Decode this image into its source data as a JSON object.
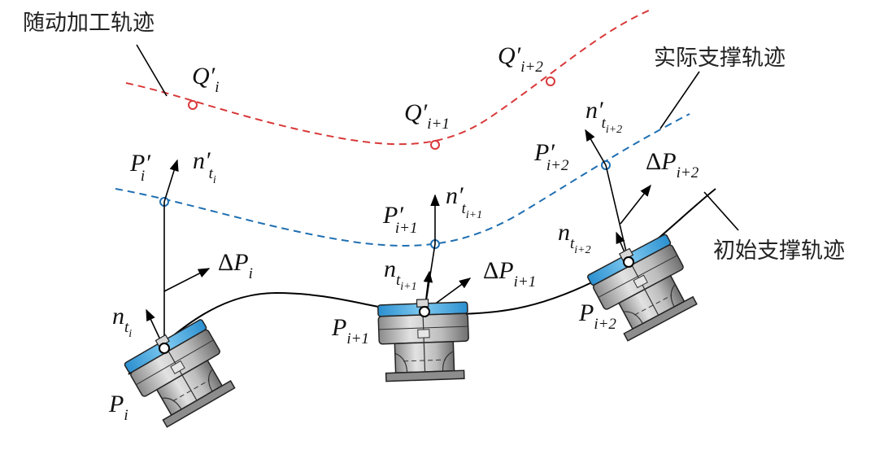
{
  "labels": {
    "following_track": "随动加工轨迹",
    "actual_support_track": "实际支撑轨迹",
    "initial_support_track": "初始支撑轨迹"
  },
  "points": {
    "Q_i": {
      "main": "Q′",
      "sub": "i"
    },
    "Q_i1": {
      "main": "Q′",
      "sub": "i+1"
    },
    "Q_i2": {
      "main": "Q′",
      "sub": "i+2"
    },
    "Pp_i": {
      "main": "P′",
      "sub": "i"
    },
    "Pp_i1": {
      "main": "P′",
      "sub": "i+1"
    },
    "Pp_i2": {
      "main": "P′",
      "sub": "i+2"
    },
    "P_i": {
      "main": "P",
      "sub": "i"
    },
    "P_i1": {
      "main": "P",
      "sub": "i+1"
    },
    "P_i2": {
      "main": "P",
      "sub": "i+2"
    },
    "np_i": {
      "main": "n′",
      "sub": "t",
      "subsub": "i"
    },
    "np_i1": {
      "main": "n′",
      "sub": "t",
      "subsub": "i+1"
    },
    "np_i2": {
      "main": "n′",
      "sub": "t",
      "subsub": "i+2"
    },
    "n_i": {
      "main": "n",
      "sub": "t",
      "subsub": "i"
    },
    "n_i1": {
      "main": "n",
      "sub": "t",
      "subsub": "i+1"
    },
    "n_i2": {
      "main": "n",
      "sub": "t",
      "subsub": "i+2"
    },
    "dP_i": {
      "delta": "Δ",
      "main": "P",
      "sub": "i"
    },
    "dP_i1": {
      "delta": "Δ",
      "main": "P",
      "sub": "i+1"
    },
    "dP_i2": {
      "delta": "Δ",
      "main": "P",
      "sub": "i+2"
    }
  },
  "colors": {
    "processing_track": "#d9393a",
    "actual_track": "#1f6fb2",
    "initial_track": "#000000",
    "support_blue": "#3fa9e0",
    "support_body": "#c8c8c8",
    "support_dark": "#6b6b6b"
  }
}
